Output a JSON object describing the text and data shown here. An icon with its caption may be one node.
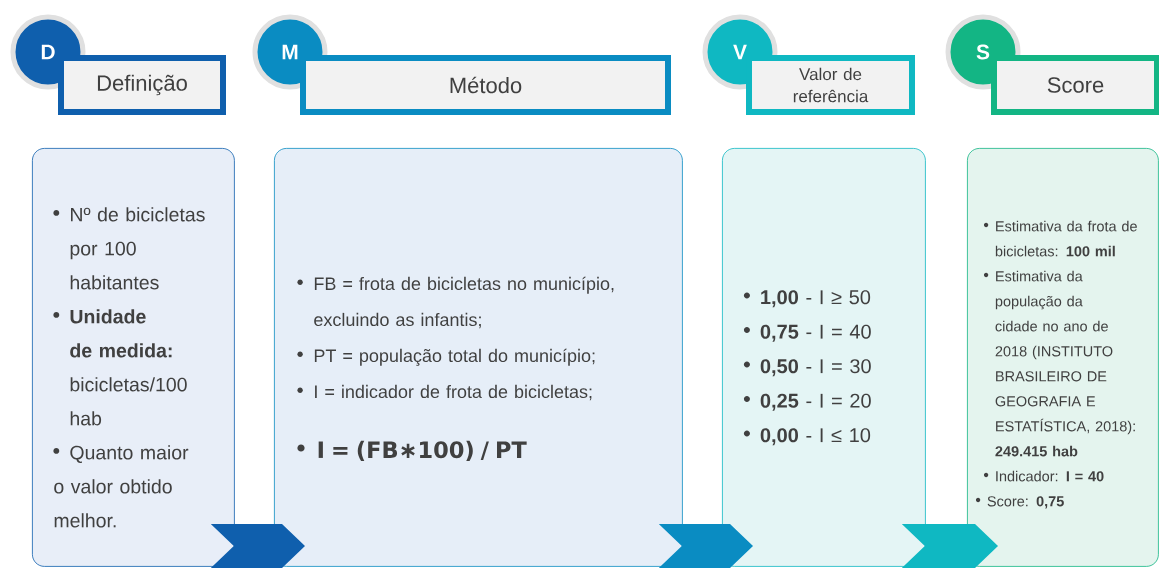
{
  "diagram": {
    "nodes": [
      {
        "text": [
          "D"
        ]
      },
      {
        "text": [
          "Definição"
        ]
      },
      {
        "text": [
          "M"
        ]
      },
      {
        "text": [
          "Método"
        ]
      },
      {
        "text": [
          "V"
        ]
      },
      {
        "text": [
          "Valor de referência"
        ]
      },
      {
        "text": [
          "S"
        ]
      },
      {
        "text": [
          "Score"
        ]
      },
      {
        "text": [
          "Nº de bicicletas por 100 habitantes",
          "**Unidade de medida:** bicicletas/100 hab",
          "Quanto maior o valor obtido melhor."
        ]
      },
      {
        "text": [
          "FB = frota de bicicletas no município, excluindo as infantis;",
          "PT = população total do município;",
          "I = indicador de frota de bicicletas;",
          "I = (FB∗100) / PT"
        ]
      },
      {
        "text": [
          "**1,00** - I ≥ 50",
          "**0,75** - I = 40",
          "**0,50** - I = 30",
          "**0,25** - I = 20",
          "**0,00** - I ≤ 10"
        ]
      },
      {
        "text": [
          "Estimativa da frota de bicicletas: **100 mil**",
          "Estimativa da população da cidade no ano de 2018 (INSTITUTO BRASILEIRO DE GEOGRAFIA E ESTATÍSTICA, 2018): **249.415 hab**",
          "Indicador: **I = 40**",
          "Score: **0,75**"
        ]
      }
    ],
    "edges": [
      {
        "from": 8,
        "to": 9,
        "arrow": "to",
        "color": "#0f5fad"
      },
      {
        "from": 9,
        "to": 10,
        "arrow": "to",
        "color": "#0a8cc2"
      },
      {
        "from": 10,
        "to": 11,
        "arrow": "to",
        "color": "#0fb8c2"
      }
    ]
  }
}
